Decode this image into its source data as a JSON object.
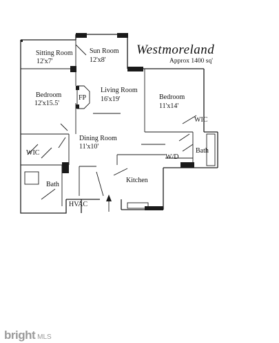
{
  "title": "Westmoreland",
  "subtitle": "Approx 1400 sq'",
  "rooms": [
    {
      "name": "Sitting Room",
      "dim": "12'x7'"
    },
    {
      "name": "Sun Room",
      "dim": "12'x8'"
    },
    {
      "name": "Bedroom",
      "dim": "12'x15.5'"
    },
    {
      "name": "Living Room",
      "dim": "16'x19'"
    },
    {
      "name": "Bedroom",
      "dim": "11'x14'"
    },
    {
      "name": "Dining Room",
      "dim": "11'x10'"
    },
    {
      "name": "Kitchen",
      "dim": ""
    },
    {
      "name": "Bath",
      "dim": ""
    },
    {
      "name": "Bath",
      "dim": ""
    },
    {
      "name": "WIC",
      "dim": ""
    },
    {
      "name": "WIC",
      "dim": ""
    },
    {
      "name": "W/D",
      "dim": ""
    },
    {
      "name": "HVAC",
      "dim": ""
    },
    {
      "name": "FP",
      "dim": ""
    }
  ],
  "watermark": {
    "brand": "bright",
    "suffix": "MLS"
  }
}
